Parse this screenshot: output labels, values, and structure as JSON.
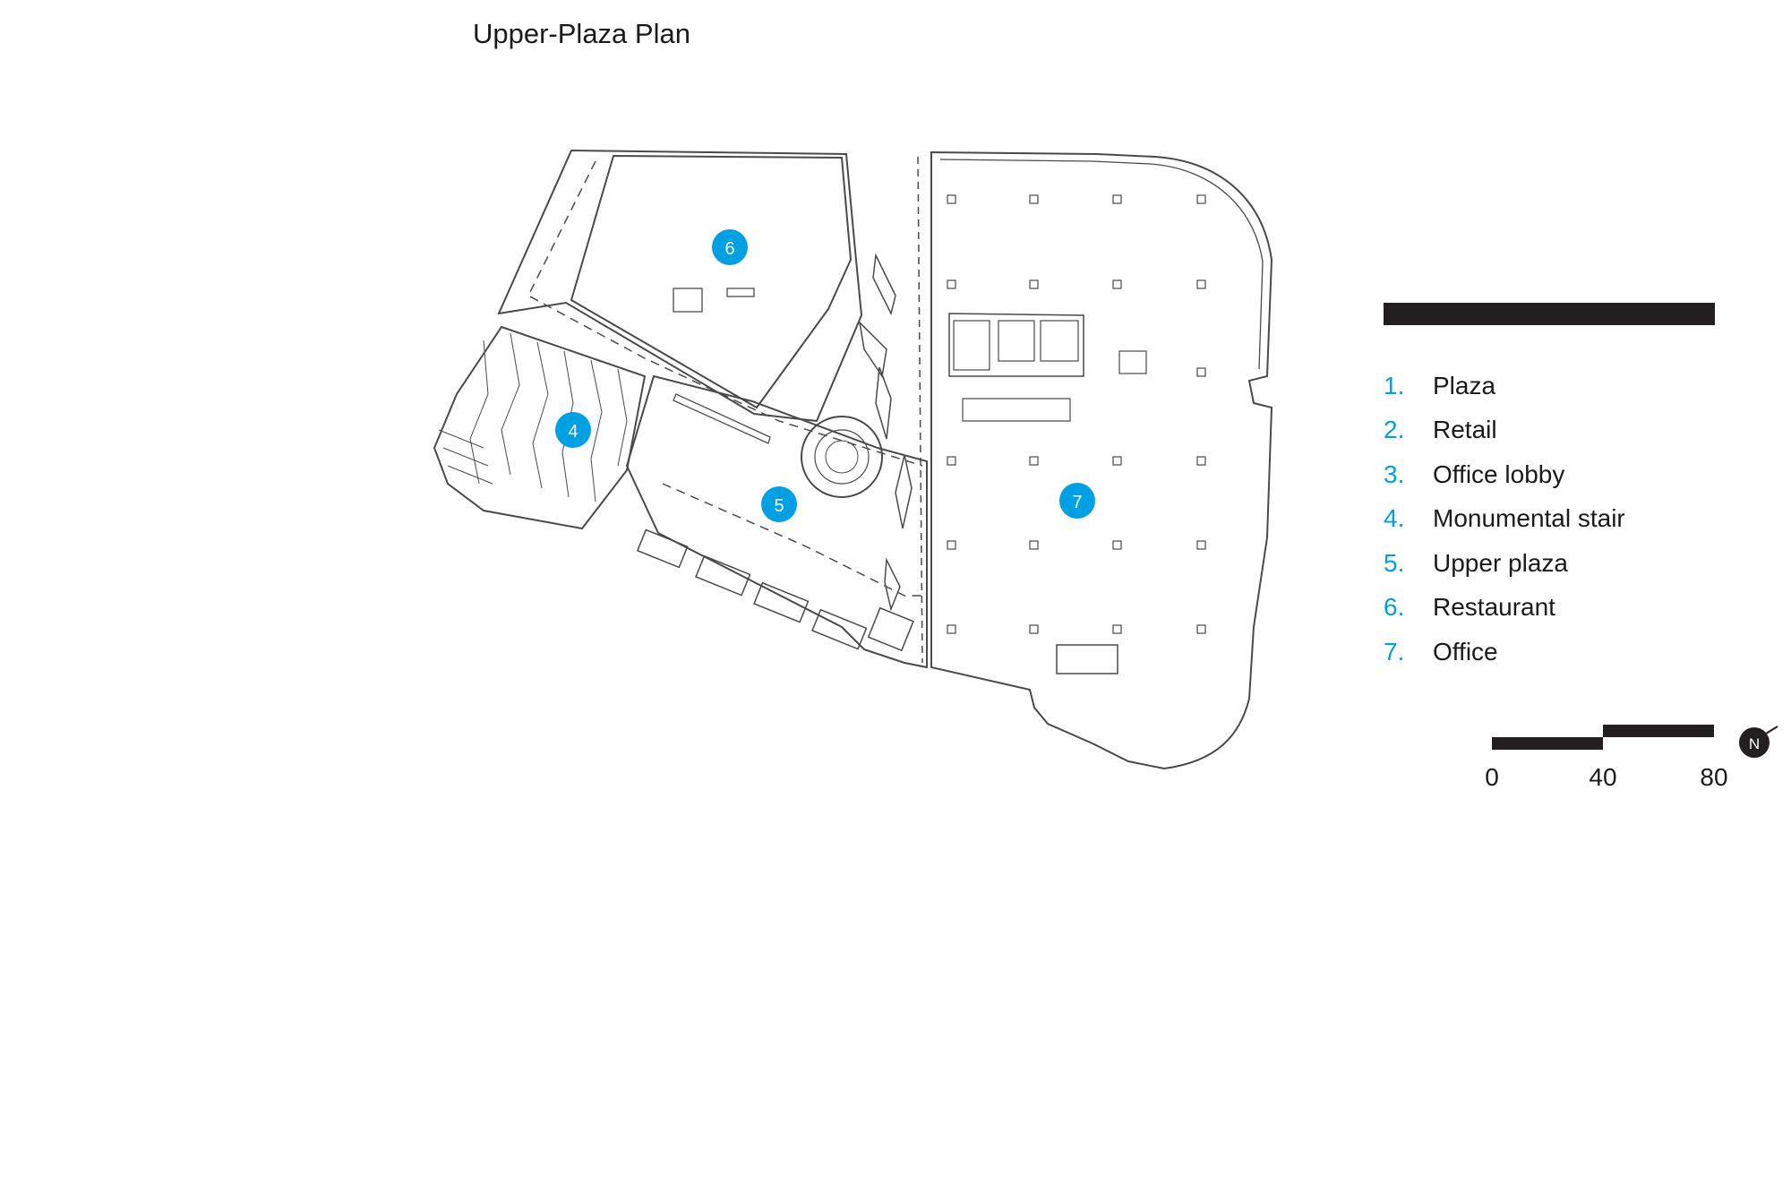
{
  "title": "Upper-Plaza Plan",
  "accent_color": "#00a0e3",
  "markers": [
    "6",
    "4",
    "5",
    "7"
  ],
  "legend": [
    {
      "num": "1.",
      "label": "Plaza"
    },
    {
      "num": "2.",
      "label": "Retail"
    },
    {
      "num": "3.",
      "label": "Office lobby"
    },
    {
      "num": "4.",
      "label": "Monumental stair"
    },
    {
      "num": "5.",
      "label": "Upper plaza"
    },
    {
      "num": "6.",
      "label": "Restaurant"
    },
    {
      "num": "7.",
      "label": "Office"
    }
  ],
  "scale": {
    "ticks": [
      "0",
      "40",
      "80"
    ]
  },
  "north": "N"
}
